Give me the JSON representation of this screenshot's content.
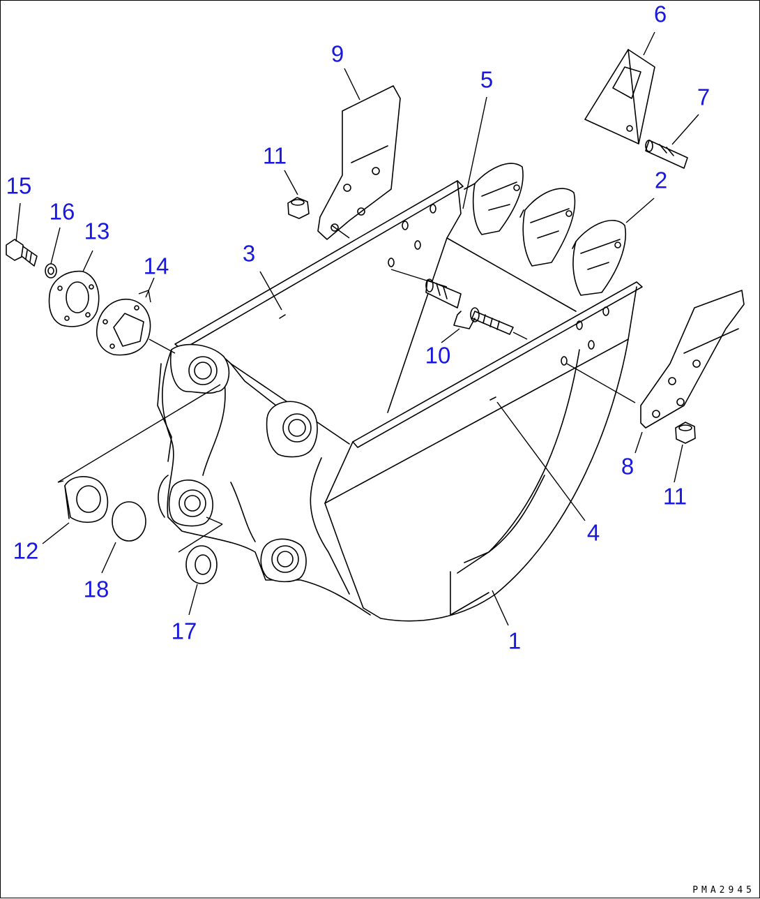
{
  "drawing_code": "PMA2945",
  "callouts": {
    "p1": "1",
    "p2": "2",
    "p3": "3",
    "p4": "4",
    "p5": "5",
    "p6": "6",
    "p7": "7",
    "p8": "8",
    "p9": "9",
    "p10": "10",
    "p11a": "11",
    "p11b": "11",
    "p12": "12",
    "p13": "13",
    "p14": "14",
    "p15": "15",
    "p16": "16",
    "p17": "17",
    "p18": "18"
  },
  "colors": {
    "callout": "#1818e0",
    "line": "#000000",
    "background": "#ffffff"
  }
}
